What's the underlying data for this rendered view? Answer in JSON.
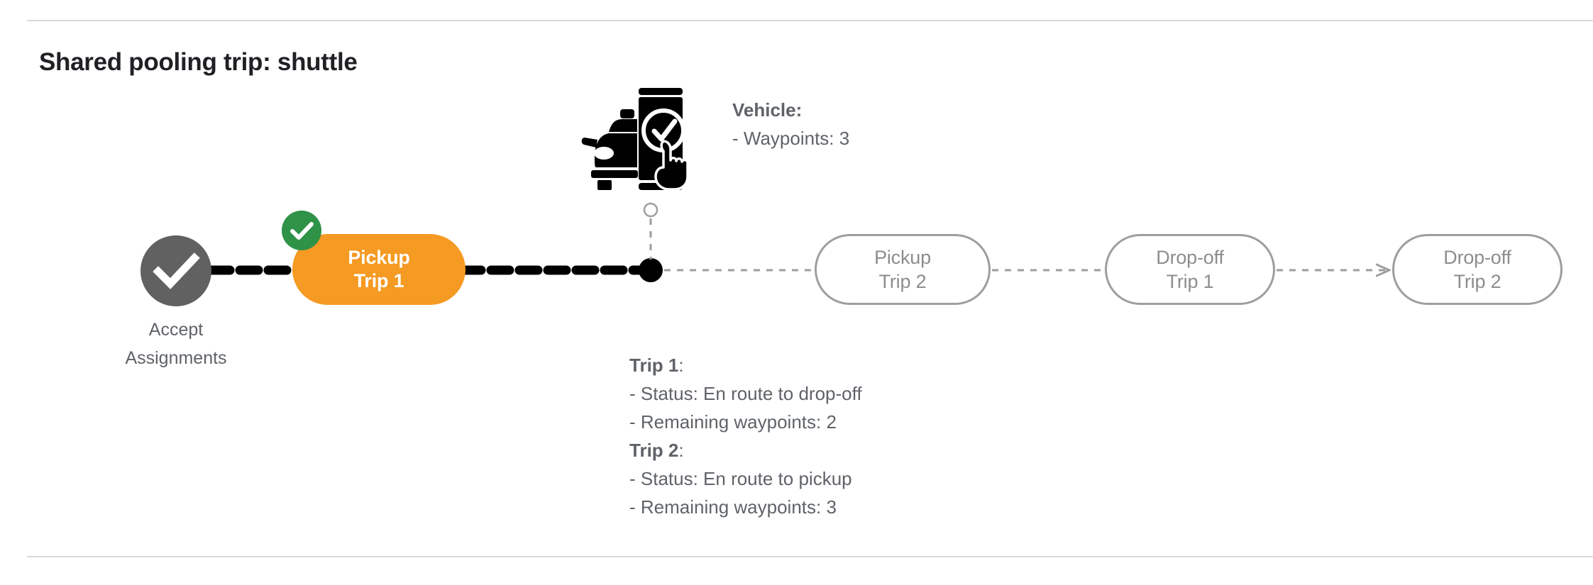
{
  "page": {
    "title": "Shared pooling trip: shuttle",
    "divider_color": "#d8d8d8",
    "background": "#ffffff"
  },
  "colors": {
    "active_orange": "#F59A23",
    "badge_green": "#2E9247",
    "completed_gray": "#616161",
    "outline_gray": "#9e9e9e",
    "text_gray": "#5f6368",
    "pill_text_gray": "#8d8d8d",
    "connector_black": "#000000",
    "connector_gray": "#9e9e9e"
  },
  "flow": {
    "accept": {
      "icon": "check-circle-filled-icon",
      "label_line1": "Accept",
      "label_line2": "Assignments",
      "state": "completed"
    },
    "active_node": {
      "line1": "Pickup",
      "line2": "Trip 1",
      "badge_icon": "check-badge-icon",
      "state": "active"
    },
    "upcoming_nodes": [
      {
        "line1": "Pickup",
        "line2": "Trip 2",
        "state": "upcoming"
      },
      {
        "line1": "Drop-off",
        "line2": "Trip 1",
        "state": "upcoming"
      },
      {
        "line1": "Drop-off",
        "line2": "Trip 2",
        "state": "upcoming"
      }
    ]
  },
  "vehicle": {
    "icon": "car-phone-check-icon",
    "marker_icon": "vehicle-position-marker-icon",
    "heading": "Vehicle",
    "heading_suffix": ":",
    "waypoints_line": "- Waypoints: 3"
  },
  "trips": [
    {
      "heading": "Trip 1",
      "heading_suffix": ":",
      "status_line": "- Status:  En route to drop-off",
      "waypoints_line": "- Remaining waypoints: 2"
    },
    {
      "heading": "Trip 2",
      "heading_suffix": ":",
      "status_line": "- Status:  En route to pickup",
      "waypoints_line": "- Remaining waypoints: 3"
    }
  ]
}
